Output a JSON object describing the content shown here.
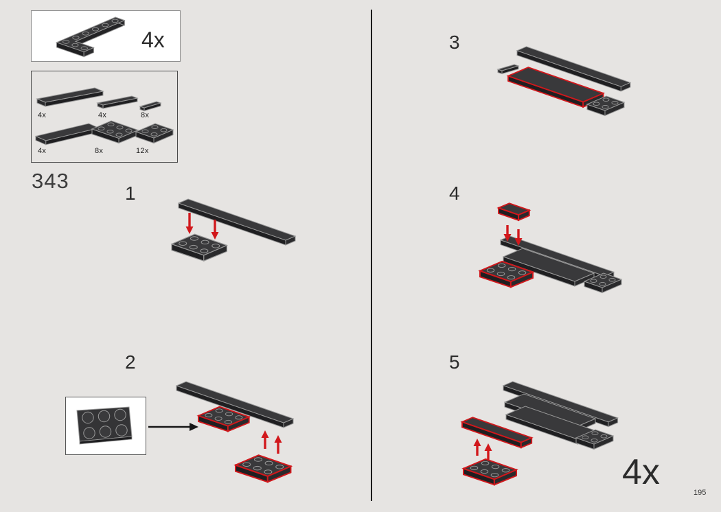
{
  "page": {
    "number": "195"
  },
  "header_box": {
    "multiplier": "4x"
  },
  "parts_box": {
    "items": [
      {
        "count": "4x"
      },
      {
        "count": "4x"
      },
      {
        "count": "8x"
      },
      {
        "count": "4x"
      },
      {
        "count": "8x"
      },
      {
        "count": "12x"
      }
    ]
  },
  "bag_number": "343",
  "steps": [
    {
      "number": "1"
    },
    {
      "number": "2"
    },
    {
      "number": "3"
    },
    {
      "number": "4"
    },
    {
      "number": "5"
    }
  ],
  "repeat_multiplier": "4x",
  "colors": {
    "highlight": "#d1181c",
    "piece_top": "#39393b",
    "piece_front": "#1f1f21",
    "background": "#e6e4e2"
  }
}
